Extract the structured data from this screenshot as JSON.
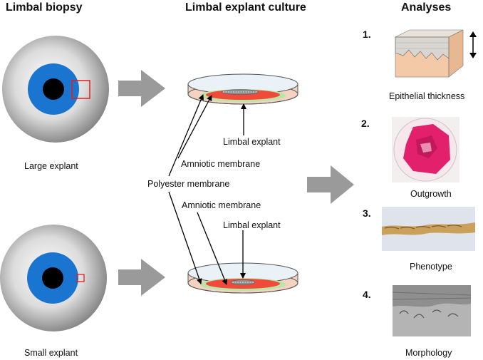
{
  "columns": {
    "biopsy": "Limbal biopsy",
    "culture": "Limbal explant culture",
    "analyses": "Analyses"
  },
  "biopsy": {
    "large_label": "Large explant",
    "small_label": "Small explant"
  },
  "culture": {
    "limbal_explant_1": "Limbal explant",
    "amniotic_membrane_1": "Amniotic membrane",
    "polyester_membrane": "Polyester membrane",
    "amniotic_membrane_2": "Amniotic membrane",
    "limbal_explant_2": "Limbal explant"
  },
  "analyses": [
    {
      "number": "1.",
      "label": "Epithelial thickness"
    },
    {
      "number": "2.",
      "label": "Outgrowth"
    },
    {
      "number": "3.",
      "label": "Phenotype"
    },
    {
      "number": "4.",
      "label": "Morphology"
    }
  ],
  "colors": {
    "iris": "#1a75d1",
    "biopsy_box": "#e02020",
    "arrow": "#9a9a9a",
    "dish_base": "#f5d3c2",
    "amniotic": "#b8e6a6",
    "explant_area": "#f04a3a"
  }
}
